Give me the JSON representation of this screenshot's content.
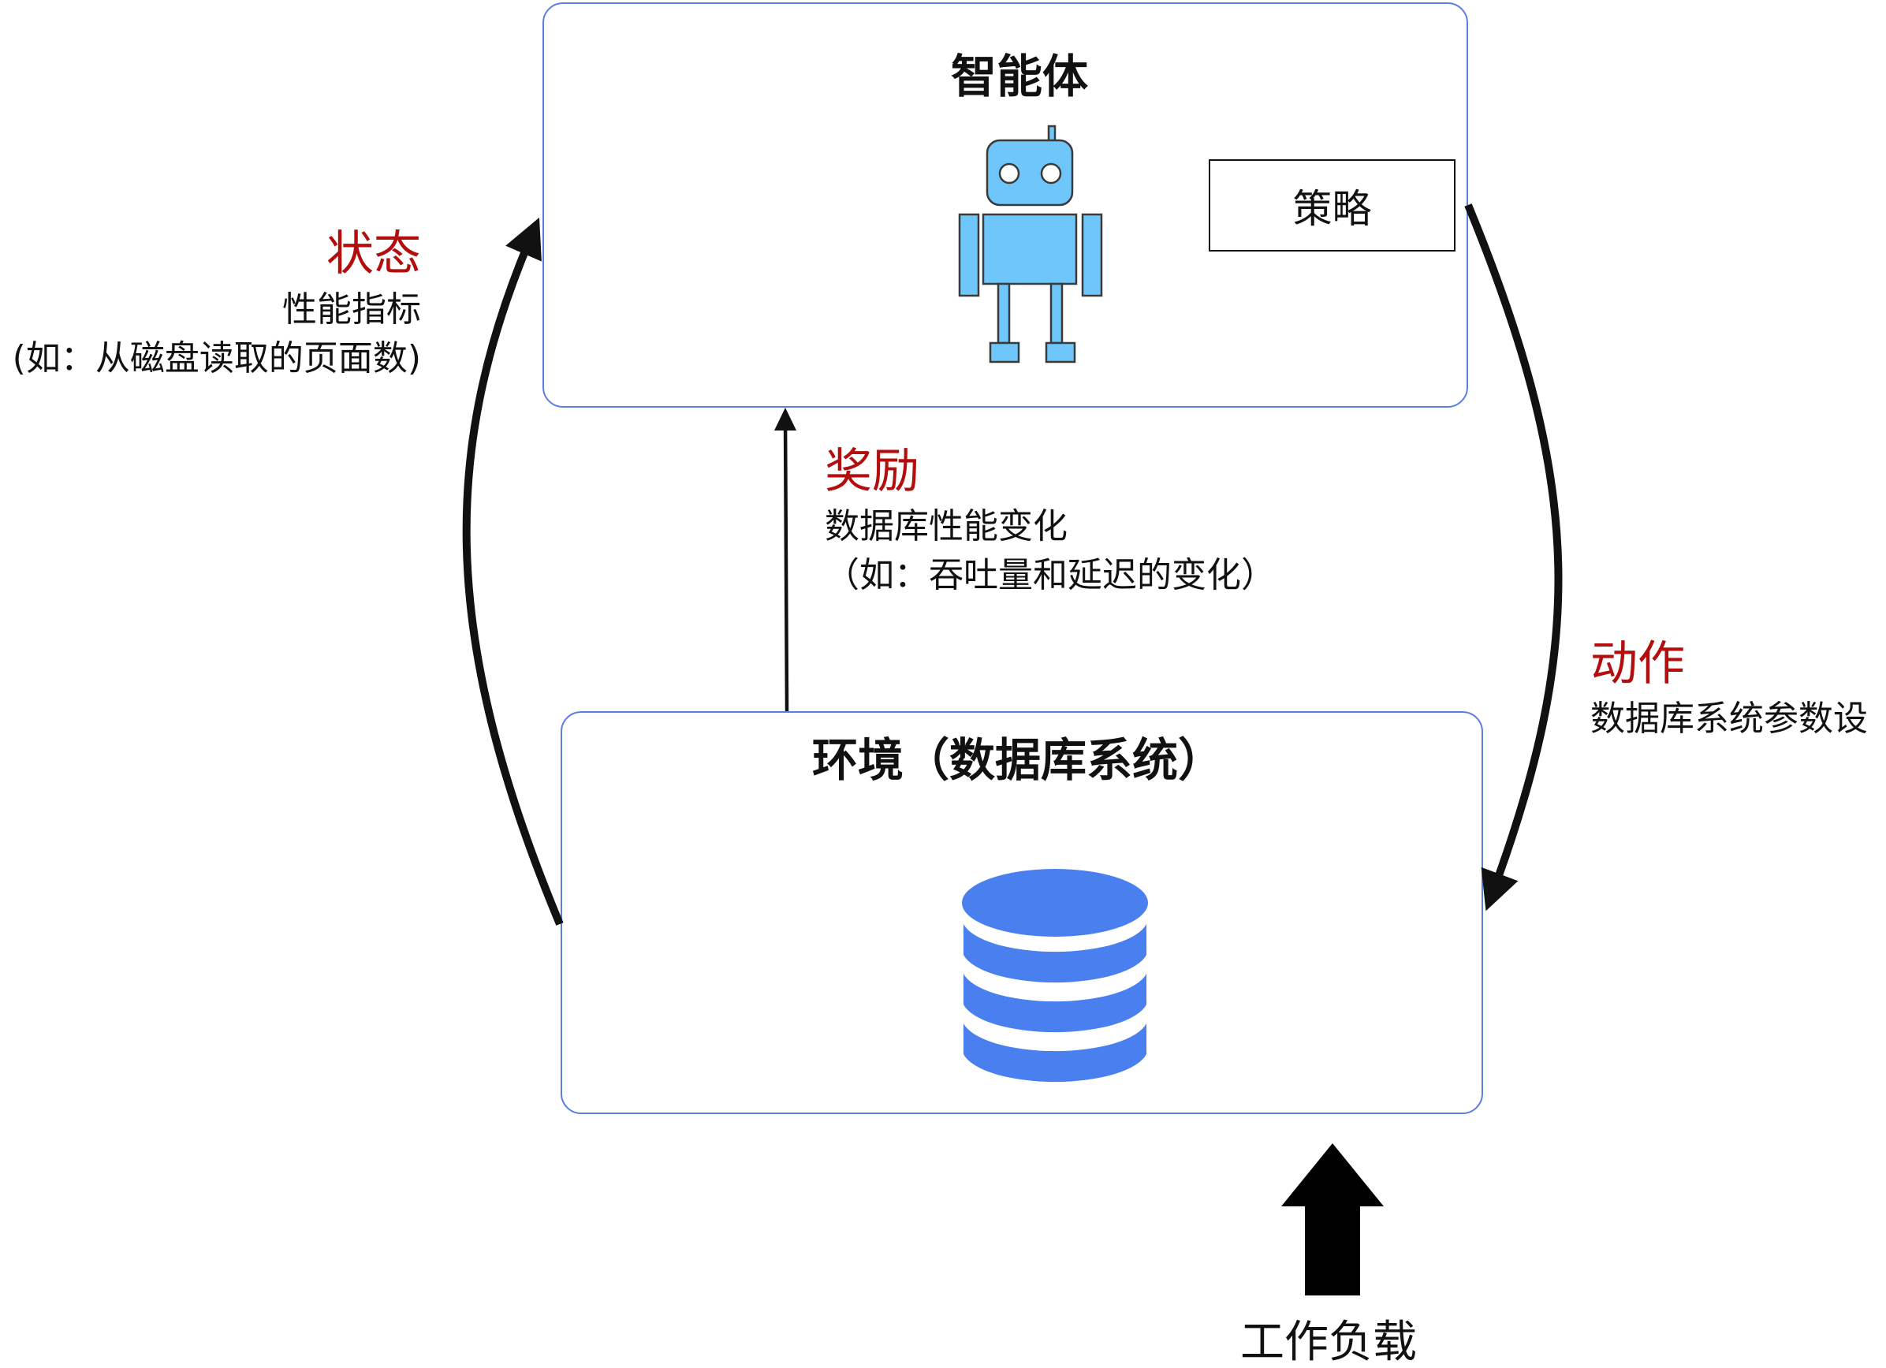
{
  "agent": {
    "title": "智能体",
    "policy": "策略",
    "icon": "robot-icon"
  },
  "environment": {
    "title": "环境（数据库系统）",
    "icon": "database-icon"
  },
  "state": {
    "title": "状态",
    "line1": "性能指标",
    "line2": "(如：从磁盘读取的页面数)"
  },
  "reward": {
    "title": "奖励",
    "line1": "数据库性能变化",
    "line2": "（如：吞吐量和延迟的变化）"
  },
  "action": {
    "title": "动作",
    "line1": "数据库系统参数设"
  },
  "workload": {
    "label": "工作负载"
  },
  "colors": {
    "box_border": "#5b7fe0",
    "label_red": "#b30d0d",
    "robot": "#6ec6fb",
    "database": "#4a7ff0"
  }
}
